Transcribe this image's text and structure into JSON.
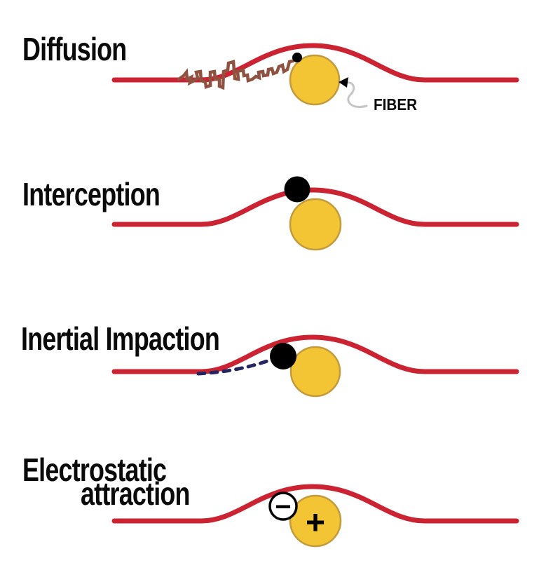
{
  "colors": {
    "background": "#ffffff",
    "streamline": "#CC2333",
    "fiber_fill": "#F3C433",
    "fiber_border": "#C39B3D",
    "particle": "#000000",
    "brownian_path": "#8F5140",
    "trajectory": "#23265F",
    "callout_arrow": "#C6C6C6",
    "text": "#0A0A0A"
  },
  "sections": [
    {
      "id": "diffusion",
      "label": "Diffusion"
    },
    {
      "id": "interception",
      "label": "Interception"
    },
    {
      "id": "inertial-impaction",
      "label": "Inertial Impaction"
    },
    {
      "id": "electrostatic-attraction",
      "label_line1": "Electrostatic",
      "label_line2": "attraction"
    }
  ],
  "fiber_callout": {
    "label": "FIBER"
  },
  "charges": {
    "particle_charge": "−",
    "fiber_charge": "+"
  }
}
